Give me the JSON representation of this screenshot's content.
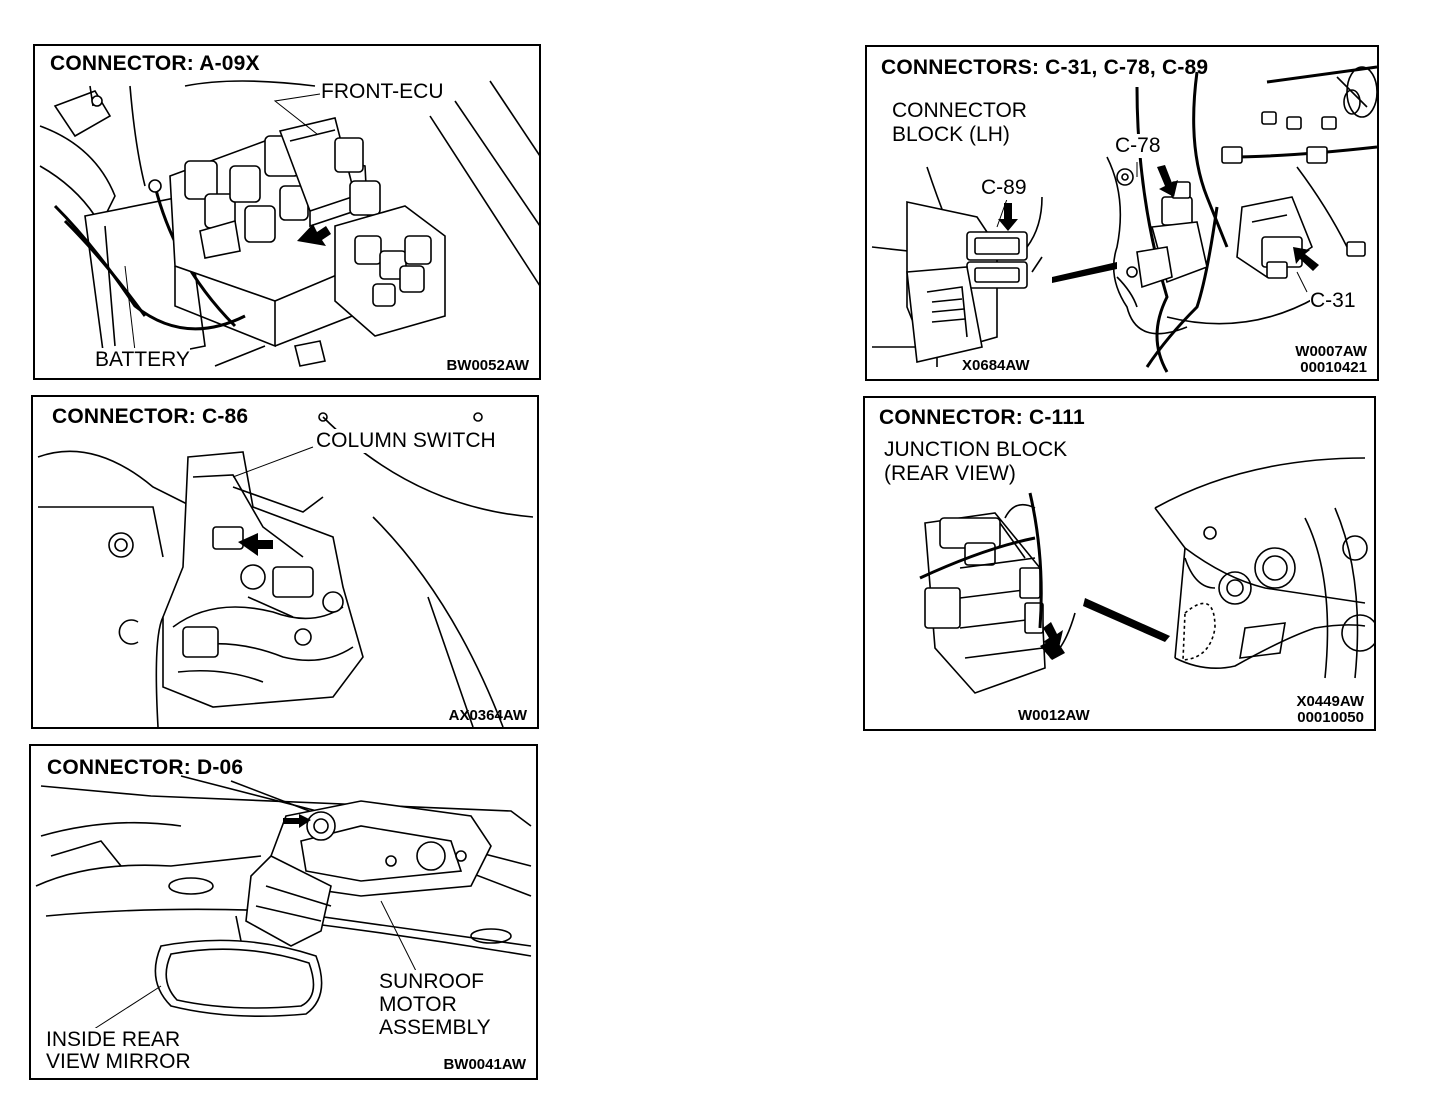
{
  "panels": {
    "a09x": {
      "title": "CONNECTOR: A-09X",
      "labels": {
        "front_ecu": "FRONT-ECU",
        "battery": "BATTERY"
      },
      "code": "BW0052AW"
    },
    "c86": {
      "title": "CONNECTOR: C-86",
      "labels": {
        "column_switch": "COLUMN SWITCH"
      },
      "code": "AX0364AW"
    },
    "d06": {
      "title": "CONNECTOR: D-06",
      "labels": {
        "sunroof_1": "SUNROOF",
        "sunroof_2": "MOTOR",
        "sunroof_3": "ASSEMBLY",
        "mirror_1": "INSIDE REAR",
        "mirror_2": "VIEW MIRROR"
      },
      "code": "BW0041AW"
    },
    "c31": {
      "title": "CONNECTORS: C-31, C-78, C-89",
      "labels": {
        "block_1": "CONNECTOR",
        "block_2": "BLOCK (LH)",
        "c89": "C-89",
        "c78": "C-78",
        "c31": "C-31"
      },
      "code_left": "X0684AW",
      "code_right_1": "W0007AW",
      "code_right_2": "00010421"
    },
    "c111": {
      "title": "CONNECTOR: C-111",
      "labels": {
        "junction_1": "JUNCTION BLOCK",
        "junction_2": "(REAR VIEW)"
      },
      "code_left": "W0012AW",
      "code_right_1": "X0449AW",
      "code_right_2": "00010050"
    }
  }
}
